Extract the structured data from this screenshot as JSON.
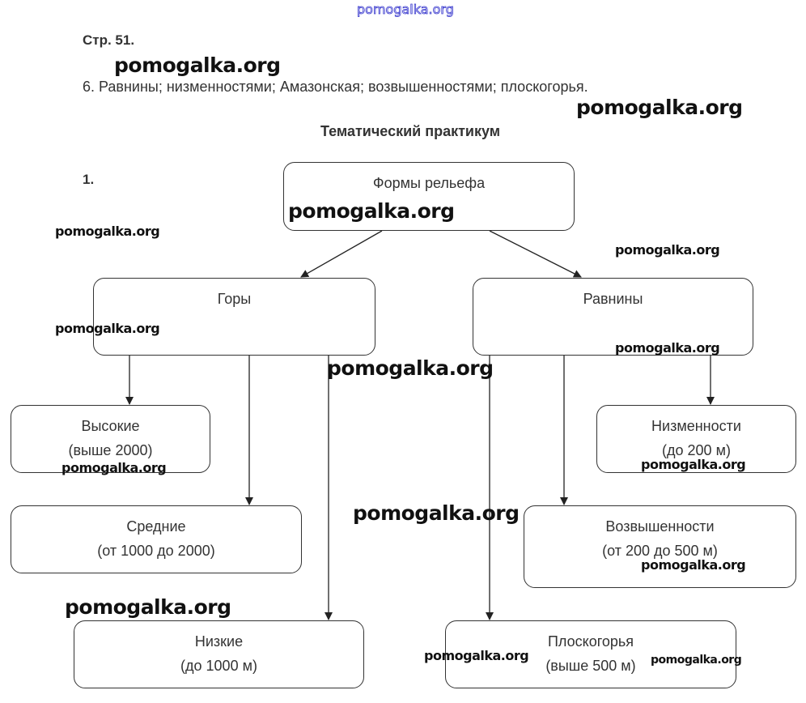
{
  "watermark_top": "pomogalka.org",
  "header": {
    "page_ref": "Стр. 51."
  },
  "answer_6": "6. Равнины; низменностями; Амазонская; возвышенностями; плоскогорья.",
  "section_title": "Тематический практикум",
  "task_number": "1.",
  "diagram": {
    "root": "Формы рельефа",
    "mountains": {
      "label": "Горы",
      "children": [
        {
          "title": "Высокие",
          "range": "(выше 2000)"
        },
        {
          "title": "Средние",
          "range": "(от 1000 до 2000)"
        },
        {
          "title": "Низкие",
          "range": "(до 1000 м)"
        }
      ]
    },
    "plains": {
      "label": "Равнины",
      "children": [
        {
          "title": "Низменности",
          "range": "(до 200 м)"
        },
        {
          "title": "Возвышенности",
          "range": "(от 200 до 500 м)"
        },
        {
          "title": "Плоскогорья",
          "range": "(выше 500 м)"
        }
      ]
    }
  },
  "watermark": "pomogalka.org"
}
